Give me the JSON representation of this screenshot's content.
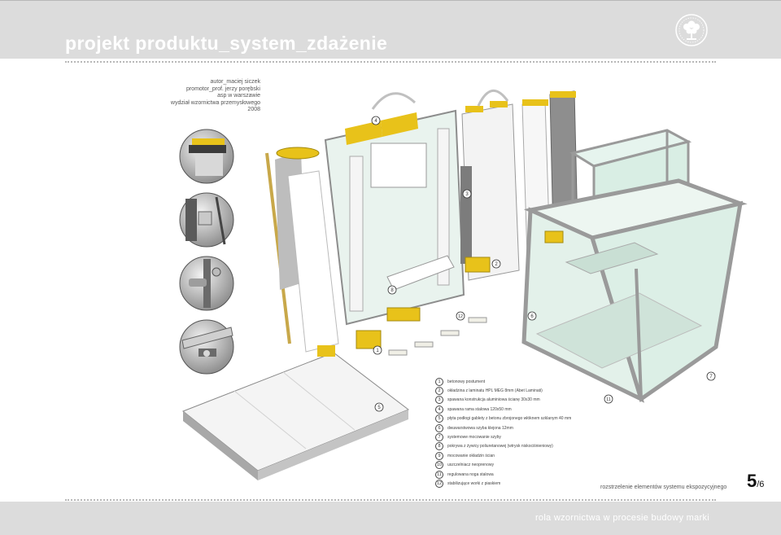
{
  "header": {
    "title": "projekt produktu_system_zdażenie"
  },
  "author_block": {
    "lines": [
      "autor_maciej siczek",
      "promotor_prof. jerzy porębski",
      "asp w warszawie",
      "wydział wzornictwa przemysłowego",
      "2008"
    ]
  },
  "legend": [
    {
      "num": "1",
      "label": "betonowy postument"
    },
    {
      "num": "2",
      "label": "okładzina z laminatu HPL MEG 8mm (Abet Laminati)"
    },
    {
      "num": "3",
      "label": "spawana konstrukcja aluminiowa ścianę 30x30 mm"
    },
    {
      "num": "4",
      "label": "spawana rama stalowa 120x50 mm"
    },
    {
      "num": "5",
      "label": "płyta podłogi gablety z betonu zbrojonego włóknem szklanym 40 mm"
    },
    {
      "num": "6",
      "label": "dwuwarstwowa szyba klejona 12mm"
    },
    {
      "num": "7",
      "label": "systemowe mocowanie szyby"
    },
    {
      "num": "8",
      "label": "pokrywa z żywicy poliuretanowej (wtrysk niskociśnieniowy)"
    },
    {
      "num": "9",
      "label": "mocowanie okładzin ścian"
    },
    {
      "num": "10",
      "label": "uszczelniacz neoprenowy"
    },
    {
      "num": "11",
      "label": "regulowana noga stalowa"
    },
    {
      "num": "12",
      "label": "stabilizujące worki z piaskiem"
    }
  ],
  "drawing_labels": {
    "c1": "1",
    "c2": "2",
    "c3": "3",
    "c4": "4",
    "c5": "5",
    "c6": "6",
    "c7": "7",
    "c8": "8",
    "c11": "11",
    "c12": "12"
  },
  "caption": "rozstrzelenie elementów systemu ekspozycyjnego",
  "page": {
    "current": "5",
    "total": "/6"
  },
  "footer": {
    "text": "rola wzornictwa w procesie budowy marki"
  },
  "icons": {
    "logo": "tree-seal-icon"
  },
  "colors": {
    "accent": "#e8c21a",
    "frame": "#9a9a9a",
    "band": "#dcdcdc"
  }
}
